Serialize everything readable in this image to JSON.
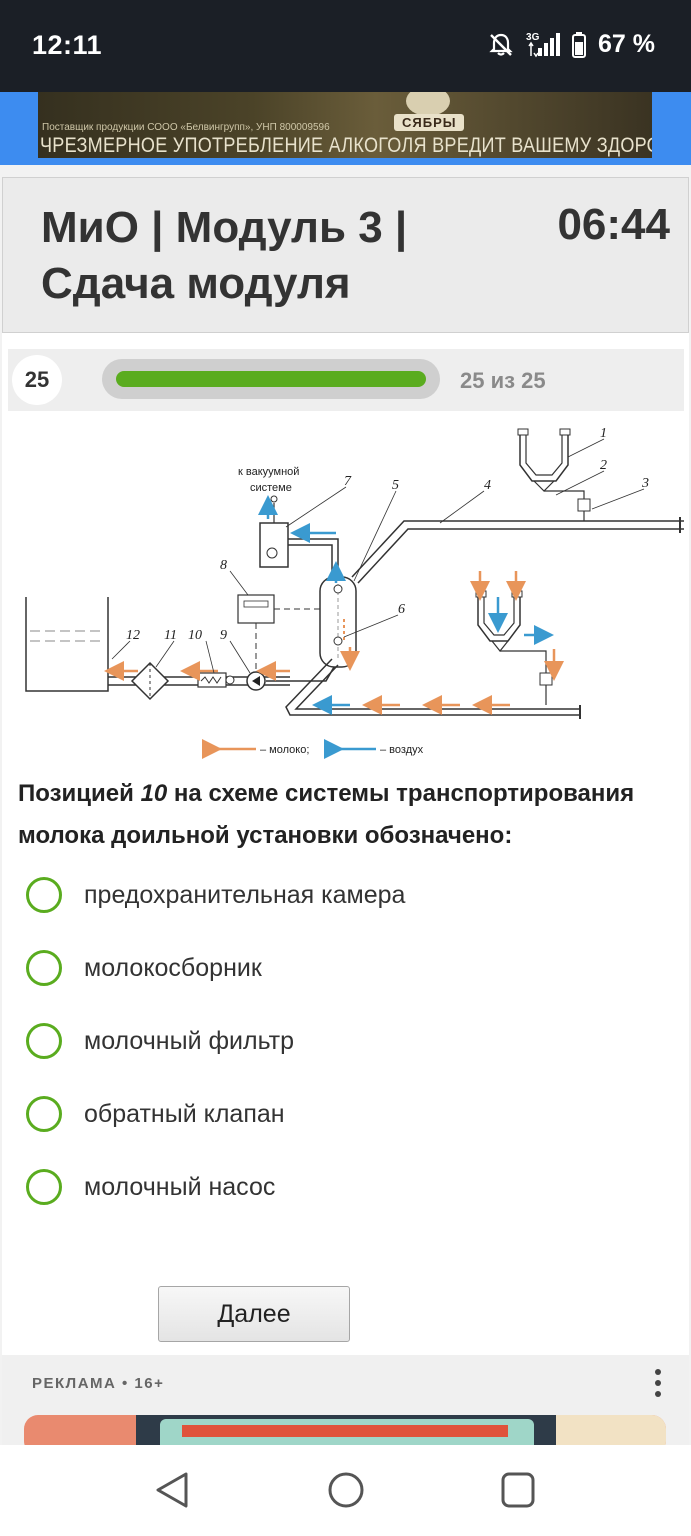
{
  "status_bar": {
    "time": "12:11",
    "battery": "67 %",
    "network": "3G"
  },
  "banner": {
    "supplier_text": "Поставщик продукции СООО «Белвингрупп», УНП 800009596",
    "brand": "СЯБРЫ",
    "warning": "ЧРЕЗМЕРНОЕ УПОТРЕБЛЕНИЕ АЛКОГОЛЯ ВРЕДИТ ВАШЕМУ ЗДОРОВЬЮ"
  },
  "header": {
    "title": "МиО | Модуль 3 | Сдача модуля",
    "timer": "06:44"
  },
  "progress": {
    "question_number": "25",
    "text": "25 из 25",
    "fraction": 1.0
  },
  "diagram": {
    "vacuum_label_1": "к вакуумной",
    "vacuum_label_2": "системе",
    "numbers": [
      "1",
      "2",
      "3",
      "4",
      "5",
      "6",
      "7",
      "8",
      "9",
      "10",
      "11",
      "12"
    ],
    "legend_milk": "– молоко;",
    "legend_air": "– воздух",
    "colors": {
      "milk": "#e8955a",
      "air": "#3a9ad0",
      "line": "#333333"
    }
  },
  "question": {
    "prefix": "Позицией ",
    "number": "10",
    "suffix": " на схеме системы транспортирования молока доильной установки обозначено:"
  },
  "options": [
    "предохранительная камера",
    "молокосборник",
    "молочный фильтр",
    "обратный клапан",
    "молочный насос"
  ],
  "buttons": {
    "next": "Далее"
  },
  "ad": {
    "label": "РЕКЛАМА • 16+"
  },
  "theme": {
    "accent": "#5aac1f",
    "banner_bg": "#3d8cf0"
  }
}
